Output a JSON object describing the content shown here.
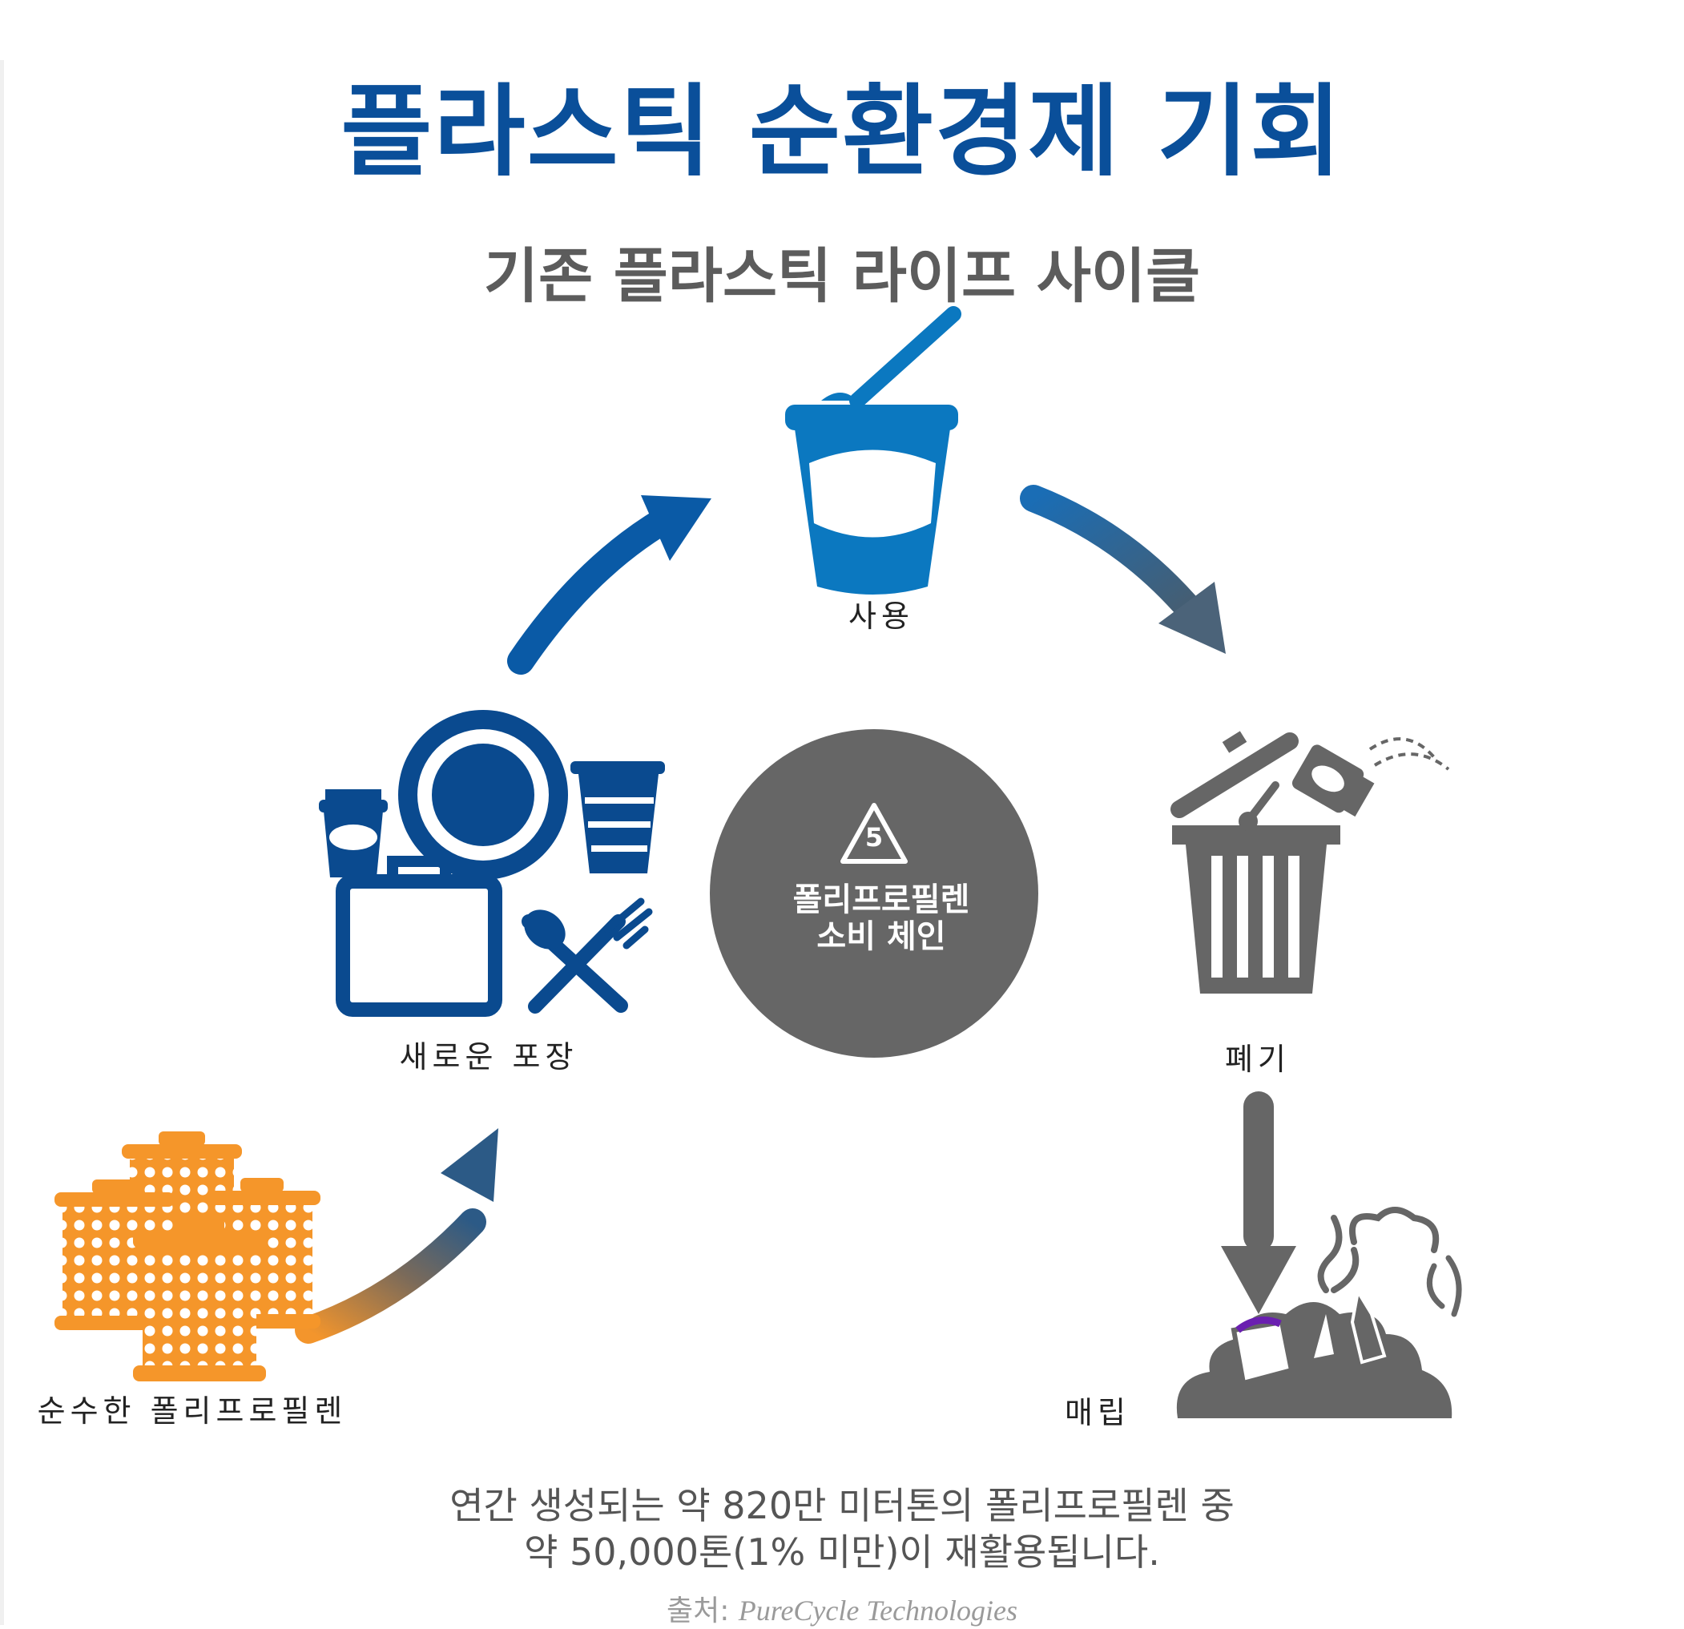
{
  "title": "플라스틱 순환경제 기회",
  "subtitle": "기존 플라스틱 라이프 사이클",
  "stages": {
    "use": "사용",
    "new_packaging": "새로운 포장",
    "disposal": "폐기",
    "pure_polypropylene": "순수한 폴리프로필렌",
    "landfill": "매립"
  },
  "center": {
    "recycle_code": "5",
    "line1": "폴리프로필렌",
    "line2": "소비 체인"
  },
  "note": {
    "line1": "연간 생성되는 약 820만 미터톤의 폴리프로필렌 중",
    "line2": "약 50,000톤(1% 미만)이 재활용됩니다."
  },
  "source": {
    "prefix": "출처:",
    "name": "PureCycle Technologies"
  },
  "colors": {
    "title": "#0a4f9a",
    "cup": "#0b78c0",
    "packaging": "#0a4a8f",
    "gray": "#666666",
    "orange": "#f5962a",
    "accent_purple": "#6a1fb0"
  }
}
